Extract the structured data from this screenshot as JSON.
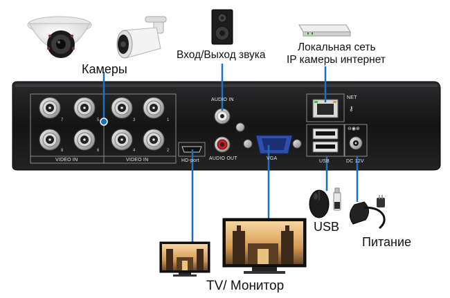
{
  "labels": {
    "cameras": "Камеры",
    "audio": "Вход/Выход звука",
    "network_line1": "Локальная сеть",
    "network_line2": "IP камеры интернет",
    "usb": "USB",
    "power": "Питание",
    "tv_monitor": "TV/ Монитор"
  },
  "panel": {
    "video_in_left": "VIDEO IN",
    "video_in_right": "VIDEO IN",
    "hd_port": "HD-port",
    "audio_in": "AUDIO IN",
    "audio_out": "AUDIO OUT",
    "vga": "VGA",
    "net": "NET",
    "usb": "USB",
    "dc": "DC 12V",
    "bnc_numbers": [
      "7",
      "5",
      "3",
      "1",
      "8",
      "6",
      "4",
      "2"
    ]
  },
  "colors": {
    "dvr_body": "#1c1c1e",
    "connector_line": "#1f6fc0",
    "vga_blue": "#2e4fb0"
  }
}
